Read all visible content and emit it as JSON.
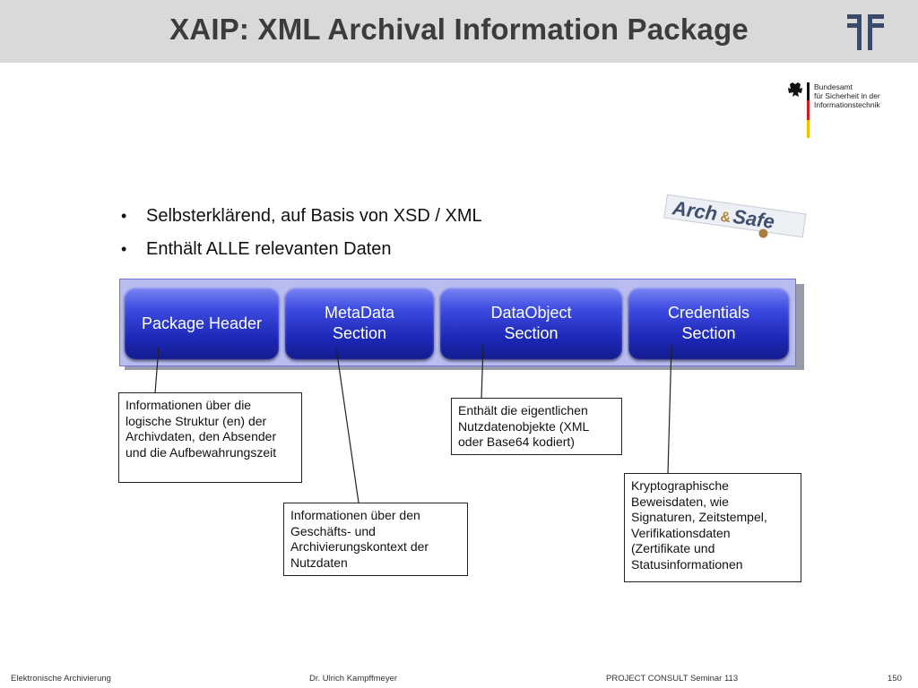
{
  "header": {
    "title": "XAIP: XML Archival Information Package"
  },
  "bsi": {
    "line1": "Bundesamt",
    "line2": "für Sicherheit in der",
    "line3": "Informationstechnik"
  },
  "archsafe_logo": {
    "text_arch": "Arch",
    "text_and": "&",
    "text_safe": "Safe"
  },
  "bullets": [
    "Selbsterklärend, auf Basis von XSD / XML",
    "Enthält ALLE relevanten Daten"
  ],
  "blocks": [
    {
      "label": "Package Header"
    },
    {
      "label": "MetaData\nSection"
    },
    {
      "label": "DataObject\nSection"
    },
    {
      "label": "Credentials\nSection"
    }
  ],
  "notes": [
    {
      "text": "Informationen über die\nlogische Struktur (en) der\nArchivdaten, den Absender\nund die Aufbewahrungszeit"
    },
    {
      "text": "Informationen über den\nGeschäfts- und\nArchivierungskontext der\nNutzdaten"
    },
    {
      "text": "Enthält die eigentlichen\nNutzdatenobjekte (XML\noder Base64 kodiert)"
    },
    {
      "text": "Kryptographische\nBeweisdaten, wie\nSignaturen, Zeitstempel,\nVerifikationsdaten\n(Zertifikate und\nStatusinformationen"
    }
  ],
  "footer": {
    "left": "Elektronische Archivierung",
    "center": "Dr. Ulrich Kampffmeyer",
    "right": "PROJECT CONSULT Seminar 113",
    "page": "150"
  },
  "colors": {
    "title_bar": "#d9d9d9",
    "block_blue": "#1d28b8",
    "band": "#b9bcef"
  },
  "icons": [
    "project-consult-logo-icon",
    "federal-eagle-icon",
    "archsafe-logo-icon"
  ]
}
